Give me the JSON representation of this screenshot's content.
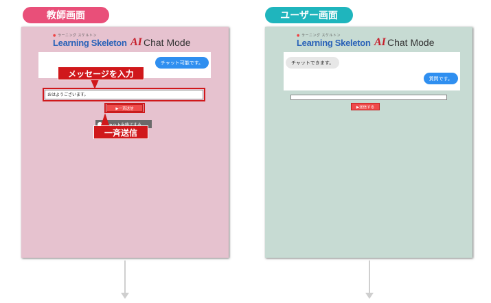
{
  "labels": {
    "teacher_screen": "教師画面",
    "user_screen": "ユーザー画面"
  },
  "logo": {
    "ruby": "ラーニング スケルトン",
    "brand": "Learning Skeleton",
    "ai": "AI",
    "mode": "Chat Mode"
  },
  "teacher": {
    "bubble": "チャット可能です。",
    "input_value": "おはようございます。",
    "send_button": "▶一斉送信",
    "end_button": "チャットを終了する"
  },
  "user": {
    "bubble_received": "チャットできます。",
    "bubble_sent": "質問です。",
    "send_button": "▶送信する"
  },
  "callouts": {
    "enter_message": "メッセージを入力",
    "broadcast": "一斉送信"
  },
  "colors": {
    "teacher_accent": "#e94f79",
    "user_accent": "#1fb5bd",
    "callout": "#d0181b",
    "bubble_blue": "#2f8ff0"
  }
}
